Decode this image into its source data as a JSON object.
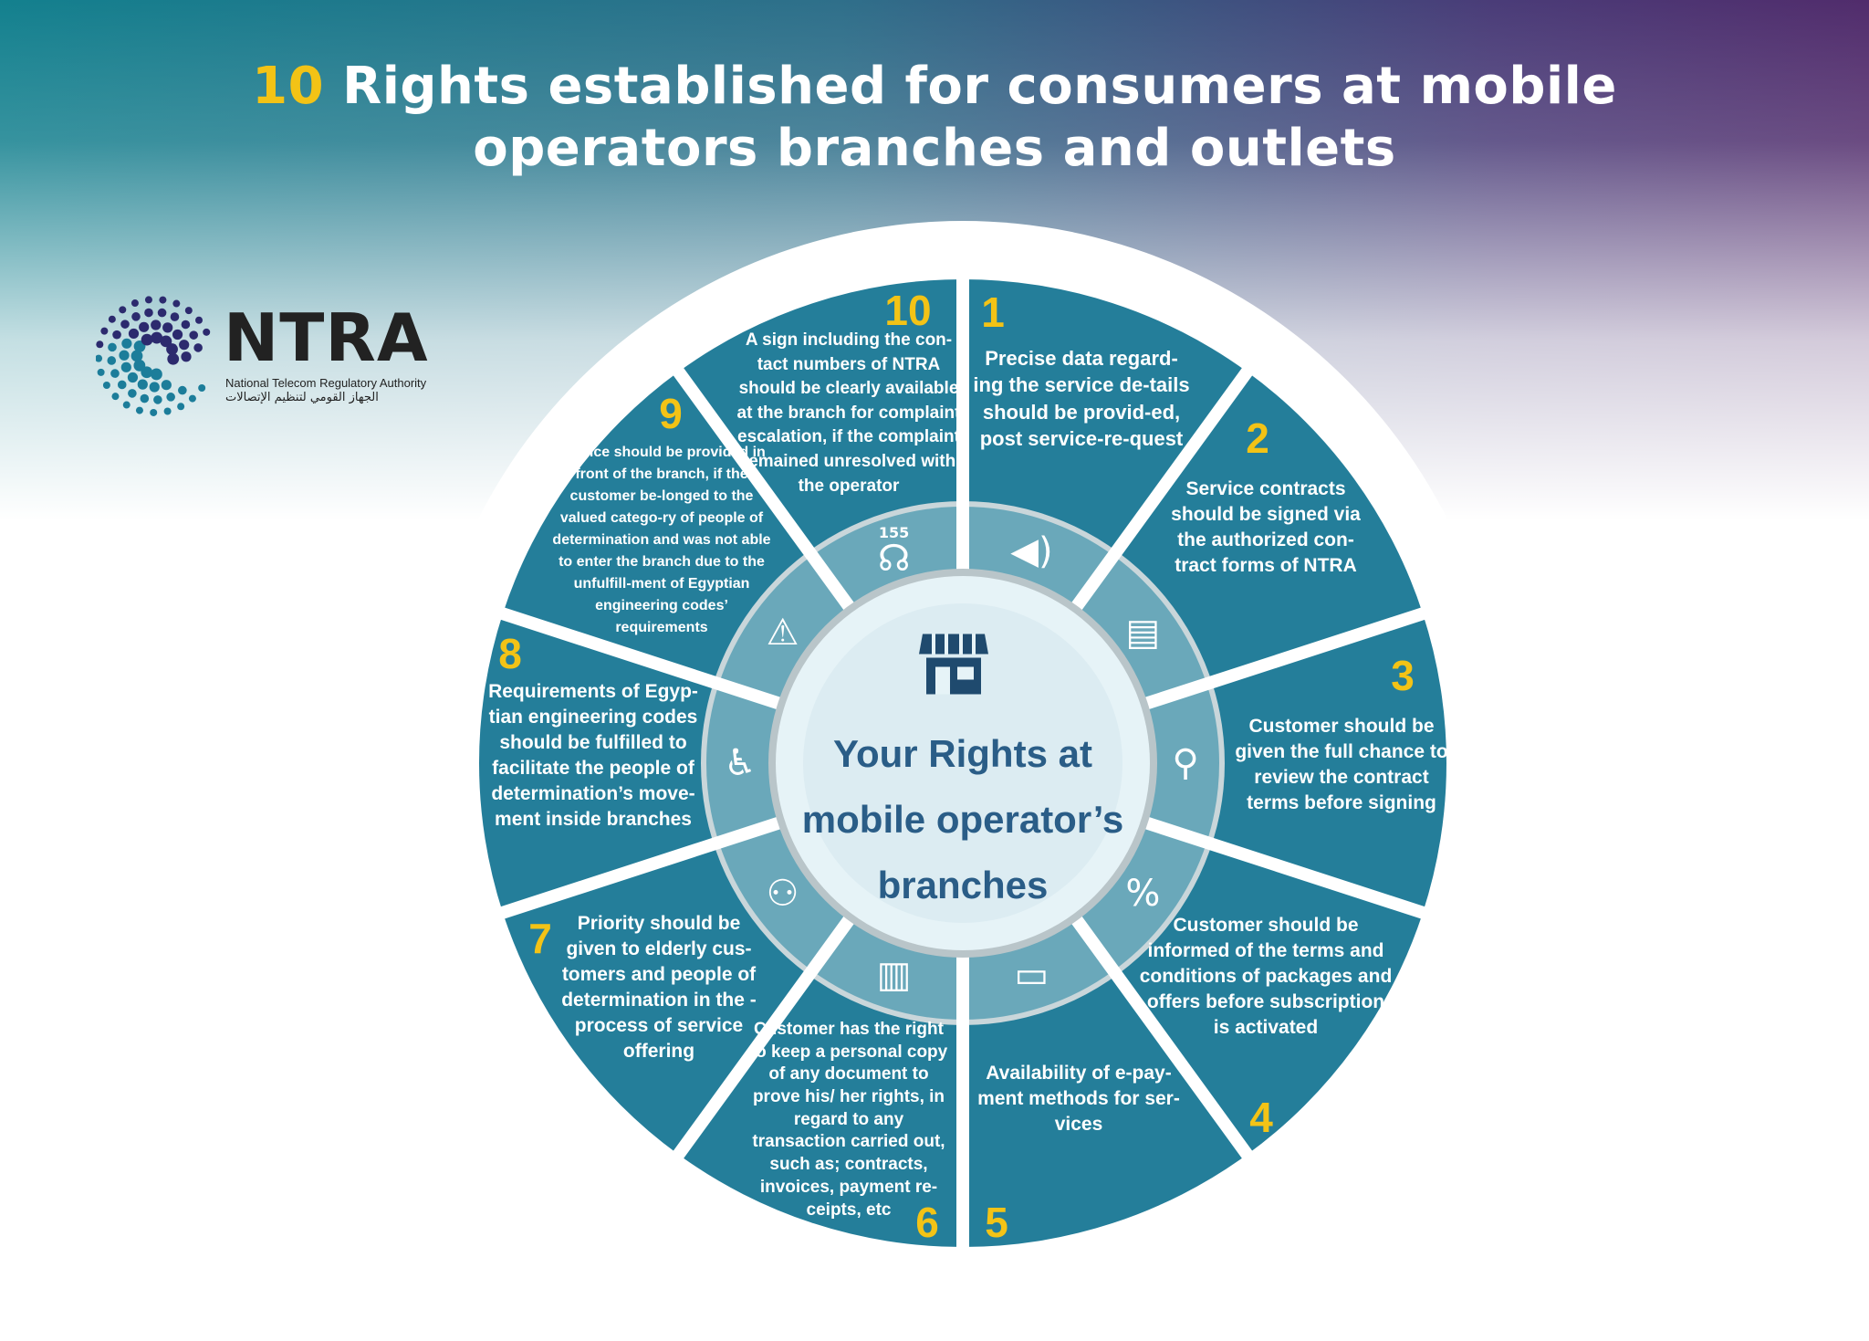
{
  "header": {
    "title_number": "10",
    "title_line1": "Rights established for consumers at mobile",
    "title_line2": "operators branches and outlets"
  },
  "logo": {
    "name": "NTRA",
    "subtitle_en": "National Telecom Regulatory Authority",
    "subtitle_ar": "الجهاز القومي لتنظيم الإتصالات"
  },
  "center": {
    "icon": "store-icon",
    "line1": "Your Rights at",
    "line2": "mobile operator’s",
    "line3": "branches"
  },
  "colors": {
    "segment": "#247e9a",
    "inner_ring": "#6aa8ba",
    "center": "#e6f3f7",
    "number": "#f3c316",
    "center_text": "#2a5d87"
  },
  "rights": [
    {
      "number": "1",
      "icon": "megaphone-icon",
      "text": "Precise data regard-ing the service de-tails should be provid-ed, post service-re-quest"
    },
    {
      "number": "2",
      "icon": "document-icon",
      "text": "Service contracts should be signed via the authorized con-tract forms of NTRA"
    },
    {
      "number": "3",
      "icon": "magnifier-icon",
      "text": "Customer should be given the full chance to review the contract terms before signing"
    },
    {
      "number": "4",
      "icon": "discount-tag-icon",
      "text": "Customer should be informed of the terms and conditions of packages and offers before subscription is activated"
    },
    {
      "number": "5",
      "icon": "e-payment-icon",
      "text": "Availability of e-pay-ment methods for ser-vices"
    },
    {
      "number": "6",
      "icon": "receipt-icon",
      "text": "Customer has the right to keep a personal copy of any document to prove his/ her rights, in regard to any transaction carried out, such as; contracts, invoices, payment re-ceipts, etc"
    },
    {
      "number": "7",
      "icon": "elderly-people-icon",
      "text": "Priority should be given to elderly cus-tomers and people of determination in the -process of service offering"
    },
    {
      "number": "8",
      "icon": "wheelchair-icon",
      "text": "Requirements of Egyp-tian engineering codes should be fulfilled to facilitate the people of determination’s move-ment inside branches"
    },
    {
      "number": "9",
      "icon": "warning-sign-icon",
      "text": "Service should be provided in front of the branch, if the customer be-longed to the valued catego-ry of people of determination and was not able to enter the branch due to the unfulfill-ment of Egyptian engineering codes’ requirements"
    },
    {
      "number": "10",
      "icon": "headset-icon",
      "icon_label": "155",
      "text": "A sign including the con-tact numbers of NTRA should be clearly available at the branch for complaint escalation, if the complaint remained unresolved with the operator"
    }
  ]
}
